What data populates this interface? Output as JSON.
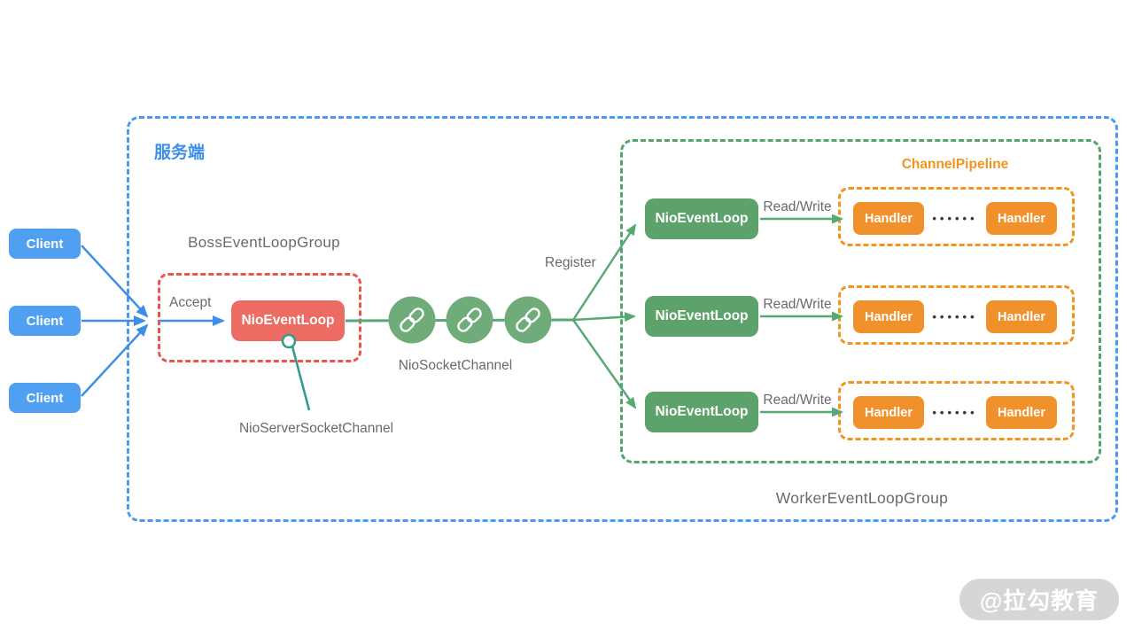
{
  "server_region": {
    "label": "服务端"
  },
  "clients": [
    {
      "label": "Client"
    },
    {
      "label": "Client"
    },
    {
      "label": "Client"
    }
  ],
  "boss_group": {
    "title": "BossEventLoopGroup",
    "accept_label": "Accept",
    "event_loop_label": "NioEventLoop",
    "server_socket_channel_label": "NioServerSocketChannel"
  },
  "channel_chain": {
    "socket_channel_label": "NioSocketChannel",
    "register_label": "Register"
  },
  "worker_group": {
    "title": "WorkerEventLoopGroup",
    "pipeline_label": "ChannelPipeline",
    "rows": [
      {
        "event_loop_label": "NioEventLoop",
        "read_write_label": "Read/Write",
        "handler_left_label": "Handler",
        "ellipsis": "••••••",
        "handler_right_label": "Handler"
      },
      {
        "event_loop_label": "NioEventLoop",
        "read_write_label": "Read/Write",
        "handler_left_label": "Handler",
        "ellipsis": "••••••",
        "handler_right_label": "Handler"
      },
      {
        "event_loop_label": "NioEventLoop",
        "read_write_label": "Read/Write",
        "handler_left_label": "Handler",
        "ellipsis": "••••••",
        "handler_right_label": "Handler"
      }
    ]
  },
  "watermark": {
    "text": "@拉勾教育"
  },
  "colors": {
    "client_blue": "#4FA0F0",
    "arrow_blue": "#3E8EE8",
    "region_border_blue": "#4A9BF0",
    "boss_red_fill": "#EC6B63",
    "boss_border_red": "#E8554D",
    "event_loop_green": "#5CA26A",
    "channel_circle_green": "#6FAC79",
    "arrow_green": "#57A874",
    "worker_border_green": "#53A56F",
    "handler_orange": "#F0912B",
    "pipeline_border_orange": "#F0941F",
    "callout_teal": "#2E9C8C",
    "label_gray": "#6A6A6A",
    "watermark_gray": "#D6D6D6"
  }
}
